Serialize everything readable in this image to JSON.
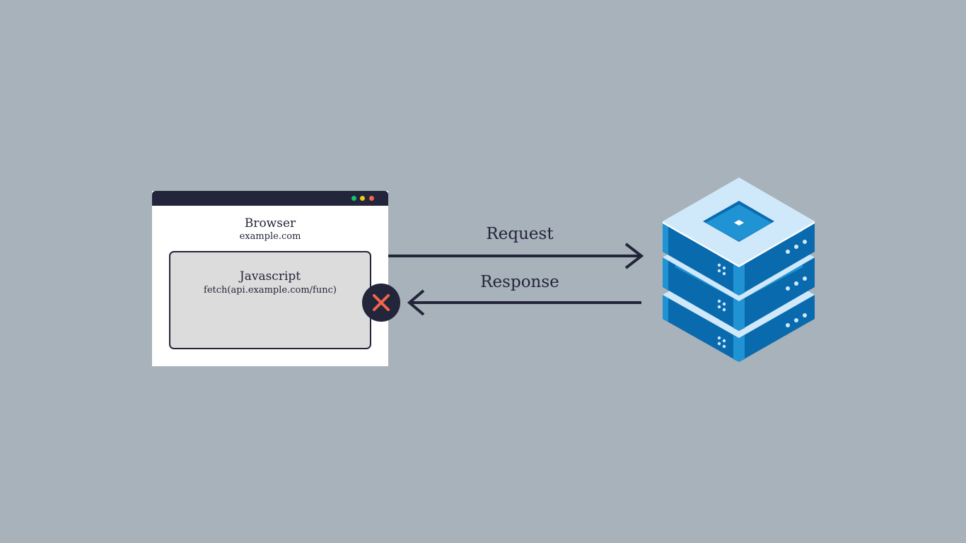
{
  "browser": {
    "title": "Browser",
    "url": "example.com",
    "window_controls": [
      "green-dot",
      "yellow-dot",
      "red-dot"
    ]
  },
  "script_box": {
    "title": "Javascript",
    "code": "fetch(api.example.com/func)"
  },
  "arrows": {
    "request_label": "Request",
    "response_label": "Response"
  },
  "status": {
    "icon": "x-mark-icon",
    "color": "#f2654a"
  },
  "server": {
    "icon": "server-stack-icon",
    "colors": {
      "light": "#cfe9fb",
      "mid": "#1f93d4",
      "dark": "#0a6aae"
    }
  },
  "colors": {
    "background": "#a8b2ba",
    "ink": "#23253a",
    "script_fill": "#dcdcdc"
  }
}
